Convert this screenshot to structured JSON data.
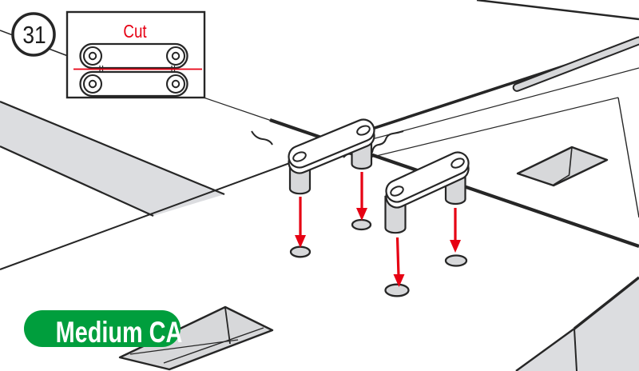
{
  "step": {
    "number": "31"
  },
  "cut_inset": {
    "label": "Cut"
  },
  "adhesive_badge": {
    "label": "Medium CA"
  },
  "colors": {
    "highlight_red": "#E60013",
    "badge_green": "#009E3D",
    "badge_text": "#FFFFFF",
    "line_dark": "#262626",
    "part_gray": "#D7D8DA"
  }
}
